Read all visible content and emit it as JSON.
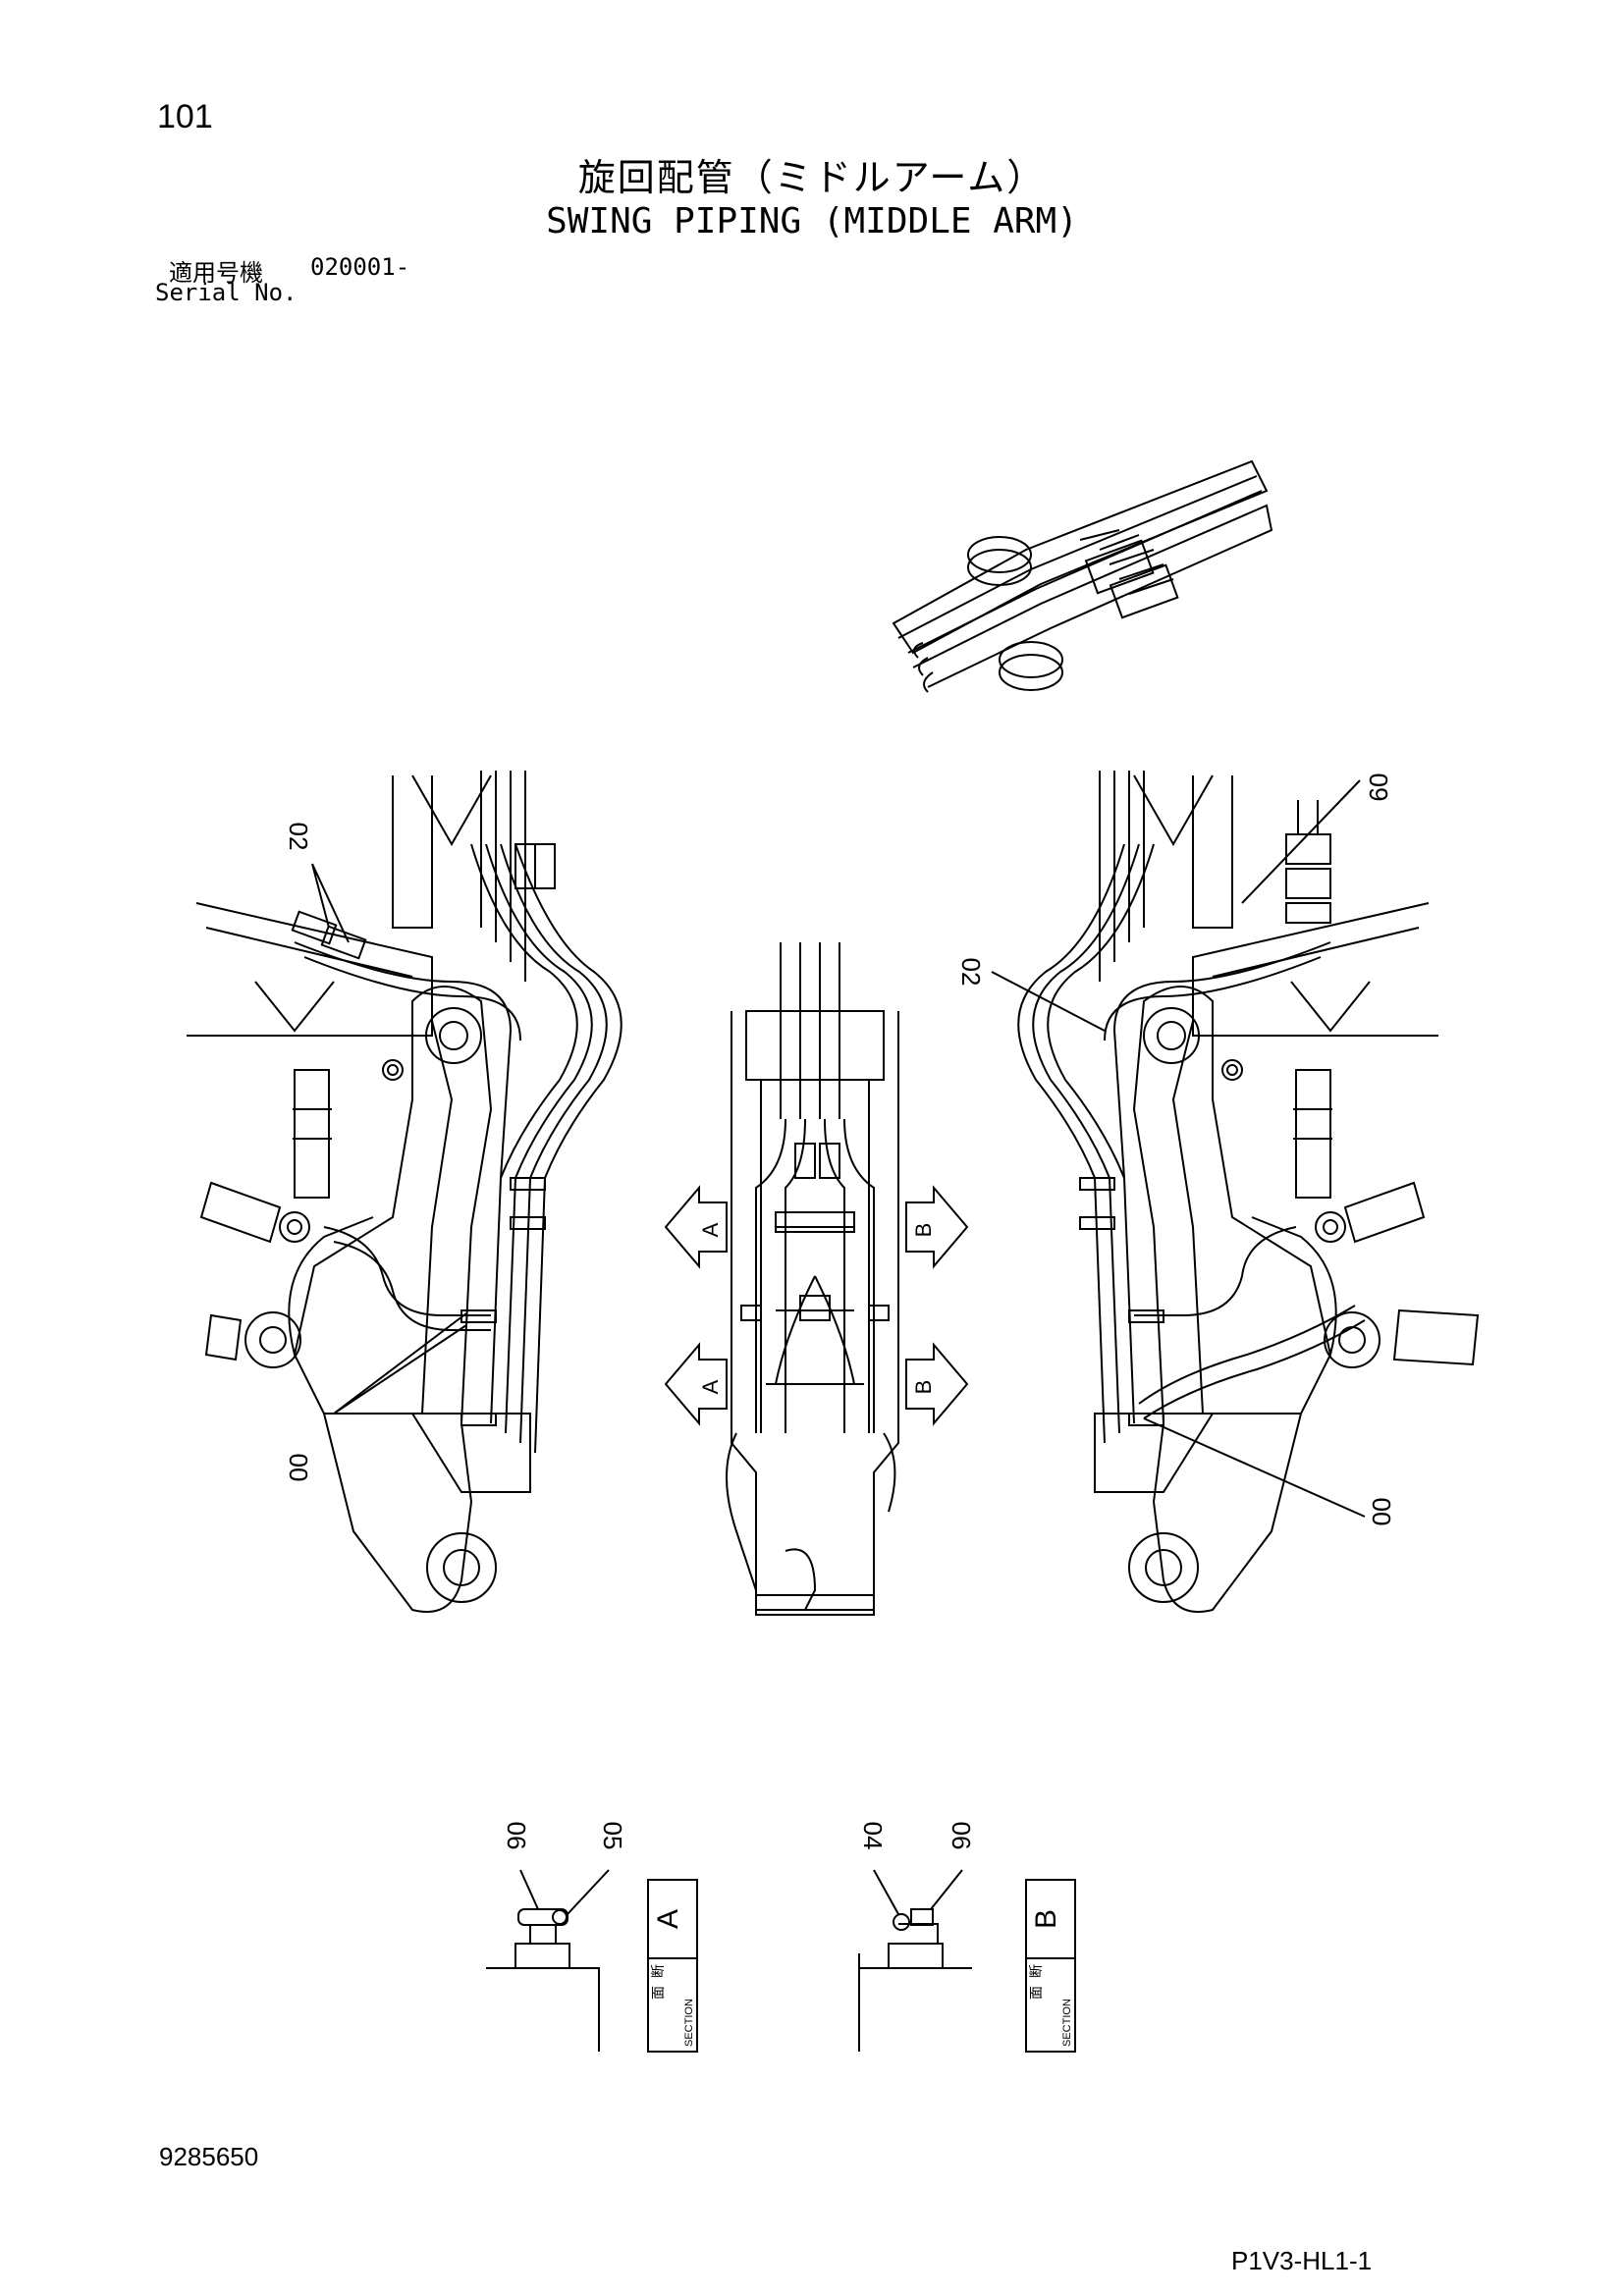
{
  "header": {
    "page_number": "101",
    "title_jp": "旋回配管（ミドルアーム）",
    "title_en": "SWING PIPING (MIDDLE ARM)",
    "serial_label_jp": "適用号機",
    "serial_value": "020001-",
    "serial_label_en": "Serial No."
  },
  "callouts": {
    "left_view": [
      "02",
      "00"
    ],
    "right_view": [
      "09",
      "02",
      "00"
    ],
    "section_a": [
      "06",
      "05"
    ],
    "section_b": [
      "04",
      "06"
    ]
  },
  "view_markers": [
    "A",
    "B",
    "A",
    "B"
  ],
  "sections": [
    {
      "letter": "A",
      "label_jp_1": "断",
      "label_jp_2": "面",
      "label_en": "SECTION"
    },
    {
      "letter": "B",
      "label_jp_1": "断",
      "label_jp_2": "面",
      "label_en": "SECTION"
    }
  ],
  "footer": {
    "drawing_number": "9285650",
    "sheet_code": "P1V3-HL1-1"
  }
}
